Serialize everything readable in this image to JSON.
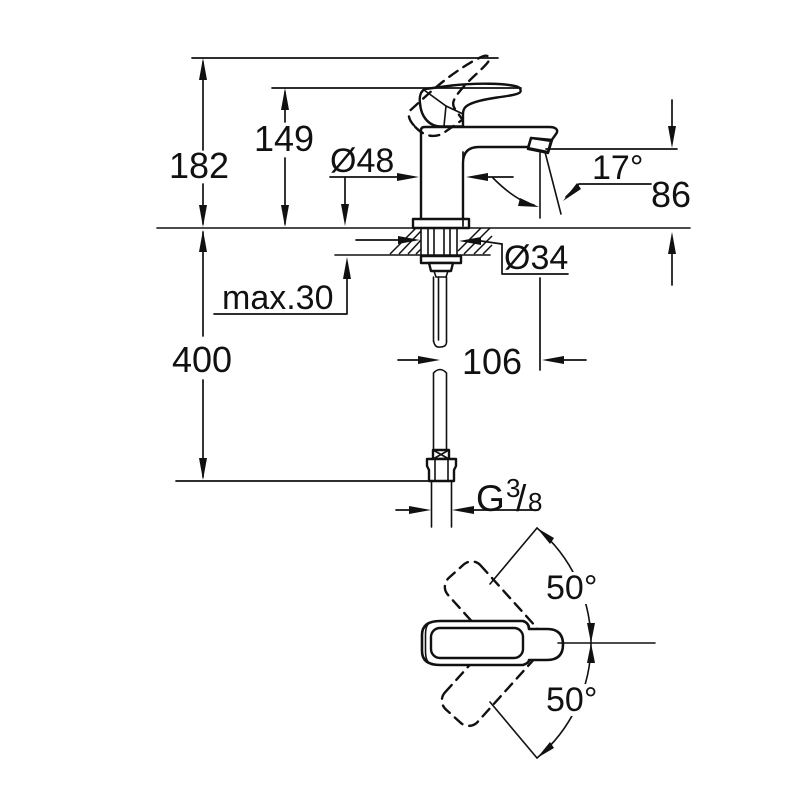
{
  "drawing": {
    "subject": "dimensioned technical drawing of a single-lever basin mixer faucet with mounting cross-section and handle swivel top view",
    "background": "#ffffff",
    "line_color": "#111111",
    "labels": {
      "overall_height": "182",
      "lever_height": "149",
      "body_diameter": "Ø48",
      "stream_angle": "17°",
      "spout_height": "86",
      "mounting_hole_diameter": "Ø34",
      "max_mounting_thickness": "max.30",
      "hose_length": "400",
      "spout_projection": "106",
      "swivel_angle_up": "50°",
      "swivel_angle_down": "50°",
      "thread": {
        "prefix": "G",
        "numerator": "3",
        "slash": "/",
        "denominator": "8"
      }
    }
  }
}
